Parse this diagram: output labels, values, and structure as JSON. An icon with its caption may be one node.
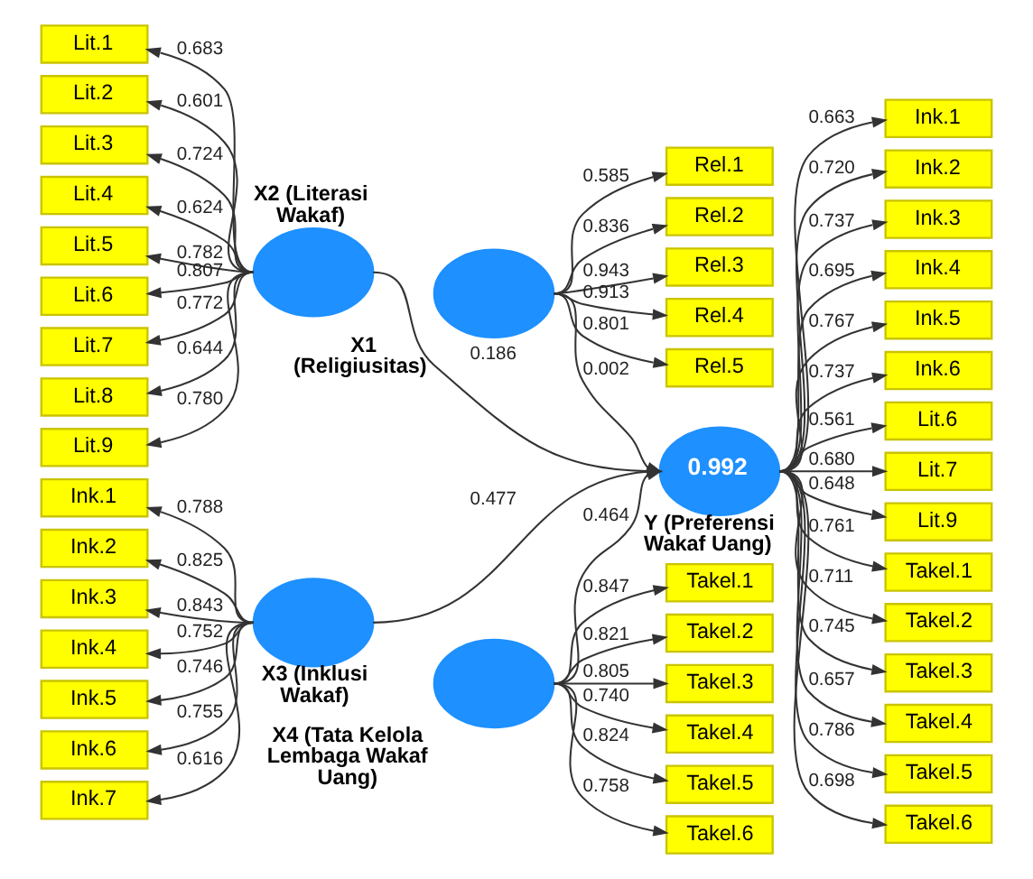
{
  "diagram": {
    "nodes": [
      {
        "text": [
          "Rel.1"
        ]
      },
      {
        "text": [
          "Rel.2"
        ]
      },
      {
        "text": [
          "Rel.3"
        ]
      },
      {
        "text": [
          "Rel.4"
        ]
      },
      {
        "text": [
          "Rel.5"
        ]
      },
      {
        "text": [
          "X1 (Religiusitas)"
        ]
      },
      {
        "text": [
          "Lit.1"
        ]
      },
      {
        "text": [
          "Lit.2"
        ]
      },
      {
        "text": [
          "Lit.3"
        ]
      },
      {
        "text": [
          "Lit.4"
        ]
      },
      {
        "text": [
          "Lit.5"
        ]
      },
      {
        "text": [
          "Lit.6"
        ]
      },
      {
        "text": [
          "Lit.7"
        ]
      },
      {
        "text": [
          "Lit.8"
        ]
      },
      {
        "text": [
          "Lit.9"
        ]
      },
      {
        "text": [
          "X2 (Literasi Wakaf)"
        ]
      },
      {
        "text": [
          "0.992",
          "Y (Preferensi Wakaf Uang)"
        ]
      },
      {
        "text": [
          "Ink.1"
        ]
      },
      {
        "text": [
          "Ink.2"
        ]
      },
      {
        "text": [
          "Ink.3"
        ]
      },
      {
        "text": [
          "Ink.4"
        ]
      },
      {
        "text": [
          "Ink.5"
        ]
      },
      {
        "text": [
          "Ink.6"
        ]
      },
      {
        "text": [
          "Lit.6"
        ]
      },
      {
        "text": [
          "Lit.7"
        ]
      },
      {
        "text": [
          "Lit.9"
        ]
      },
      {
        "text": [
          "Takel.1"
        ]
      },
      {
        "text": [
          "Takel.2"
        ]
      },
      {
        "text": [
          "Takel.3"
        ]
      },
      {
        "text": [
          "Takel.4"
        ]
      },
      {
        "text": [
          "Takel.5"
        ]
      },
      {
        "text": [
          "Takel.6"
        ]
      },
      {
        "text": [
          "Ink.1"
        ]
      },
      {
        "text": [
          "Ink.2"
        ]
      },
      {
        "text": [
          "Ink.3"
        ]
      },
      {
        "text": [
          "Ink.4"
        ]
      },
      {
        "text": [
          "Ink.5"
        ]
      },
      {
        "text": [
          "Ink.6"
        ]
      },
      {
        "text": [
          "Ink.7"
        ]
      },
      {
        "text": [
          "X3 (Inklusi Wakaf)"
        ]
      },
      {
        "text": [
          "X4 (Tata Kelola Lembaga Wakaf Uang)"
        ]
      },
      {
        "text": [
          "Takel.1"
        ]
      },
      {
        "text": [
          "Takel.2"
        ]
      },
      {
        "text": [
          "Takel.3"
        ]
      },
      {
        "text": [
          "Takel.4"
        ]
      },
      {
        "text": [
          "Takel.5"
        ]
      },
      {
        "text": [
          "Takel.6"
        ]
      }
    ],
    "edges": [
      {
        "from": 5,
        "to": 0,
        "arrow": "to",
        "label": "0.585"
      },
      {
        "from": 5,
        "to": 1,
        "arrow": "to",
        "label": "0.836"
      },
      {
        "from": 5,
        "to": 2,
        "arrow": "to",
        "label": "0.943"
      },
      {
        "from": 5,
        "to": 3,
        "arrow": "to",
        "label": "0.913"
      },
      {
        "from": 5,
        "to": 4,
        "arrow": "to",
        "label": "0.801"
      },
      {
        "from": 15,
        "to": 6,
        "arrow": "to",
        "label": "0.683"
      },
      {
        "from": 15,
        "to": 7,
        "arrow": "to",
        "label": "0.601"
      },
      {
        "from": 15,
        "to": 8,
        "arrow": "to",
        "label": "0.724"
      },
      {
        "from": 15,
        "to": 9,
        "arrow": "to",
        "label": "0.624"
      },
      {
        "from": 15,
        "to": 10,
        "arrow": "to",
        "label": "0.782"
      },
      {
        "from": 15,
        "to": 11,
        "arrow": "to",
        "label": "0.807"
      },
      {
        "from": 15,
        "to": 12,
        "arrow": "to",
        "label": "0.772"
      },
      {
        "from": 15,
        "to": 13,
        "arrow": "to",
        "label": "0.644"
      },
      {
        "from": 15,
        "to": 14,
        "arrow": "to",
        "label": "0.780"
      },
      {
        "from": 16,
        "to": 17,
        "arrow": "to",
        "label": "0.663"
      },
      {
        "from": 16,
        "to": 18,
        "arrow": "to",
        "label": "0.720"
      },
      {
        "from": 16,
        "to": 19,
        "arrow": "to",
        "label": "0.737"
      },
      {
        "from": 16,
        "to": 20,
        "arrow": "to",
        "label": "0.695"
      },
      {
        "from": 16,
        "to": 21,
        "arrow": "to",
        "label": "0.767"
      },
      {
        "from": 16,
        "to": 22,
        "arrow": "to",
        "label": "0.737"
      },
      {
        "from": 16,
        "to": 23,
        "arrow": "to",
        "label": "0.561"
      },
      {
        "from": 16,
        "to": 24,
        "arrow": "to",
        "label": "0.680"
      },
      {
        "from": 16,
        "to": 25,
        "arrow": "to",
        "label": "0.648"
      },
      {
        "from": 16,
        "to": 26,
        "arrow": "to",
        "label": "0.761"
      },
      {
        "from": 16,
        "to": 27,
        "arrow": "to",
        "label": "0.711"
      },
      {
        "from": 16,
        "to": 28,
        "arrow": "to",
        "label": "0.745"
      },
      {
        "from": 16,
        "to": 29,
        "arrow": "to",
        "label": "0.657"
      },
      {
        "from": 16,
        "to": 30,
        "arrow": "to",
        "label": "0.786"
      },
      {
        "from": 16,
        "to": 31,
        "arrow": "to",
        "label": "0.698"
      },
      {
        "from": 39,
        "to": 32,
        "arrow": "to",
        "label": "0.788"
      },
      {
        "from": 39,
        "to": 33,
        "arrow": "to",
        "label": "0.825"
      },
      {
        "from": 39,
        "to": 34,
        "arrow": "to",
        "label": "0.843"
      },
      {
        "from": 39,
        "to": 35,
        "arrow": "to",
        "label": "0.752"
      },
      {
        "from": 39,
        "to": 36,
        "arrow": "to",
        "label": "0.746"
      },
      {
        "from": 39,
        "to": 37,
        "arrow": "to",
        "label": "0.755"
      },
      {
        "from": 39,
        "to": 38,
        "arrow": "to",
        "label": "0.616"
      },
      {
        "from": 40,
        "to": 41,
        "arrow": "to",
        "label": "0.847"
      },
      {
        "from": 40,
        "to": 42,
        "arrow": "to",
        "label": "0.821"
      },
      {
        "from": 40,
        "to": 43,
        "arrow": "to",
        "label": "0.805"
      },
      {
        "from": 40,
        "to": 44,
        "arrow": "to",
        "label": "0.740"
      },
      {
        "from": 40,
        "to": 45,
        "arrow": "to",
        "label": "0.824"
      },
      {
        "from": 40,
        "to": 46,
        "arrow": "to",
        "label": "0.758"
      },
      {
        "from": 5,
        "to": 16,
        "arrow": "to",
        "label": "0.002"
      },
      {
        "from": 15,
        "to": 16,
        "arrow": "to",
        "label": "0.186"
      },
      {
        "from": 39,
        "to": 16,
        "arrow": "to",
        "label": "0.477"
      },
      {
        "from": 40,
        "to": 16,
        "arrow": "to",
        "label": "0.464"
      }
    ]
  }
}
